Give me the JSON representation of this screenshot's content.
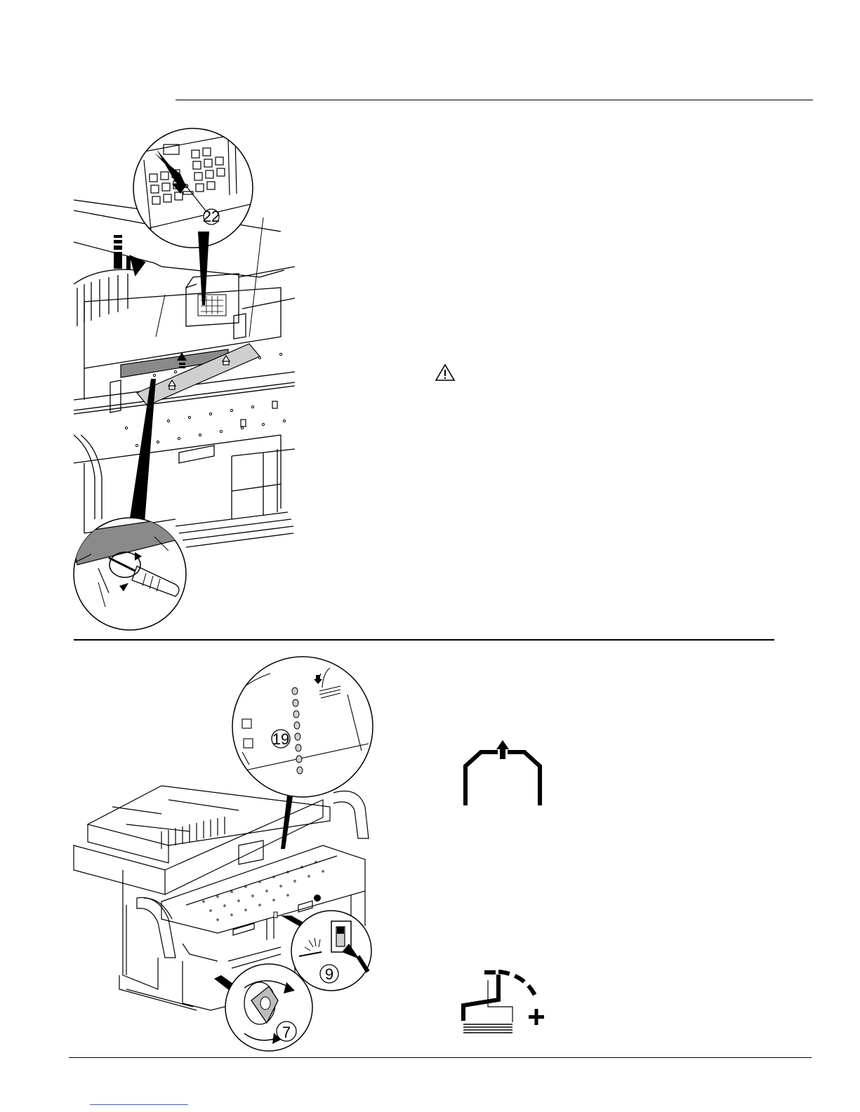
{
  "page": {
    "rules": [
      "top-rule",
      "middle-rule",
      "footer-rule"
    ]
  },
  "figure_top": {
    "callouts": {
      "keyboard_zoom": "22"
    },
    "icons": [
      "warning-icon"
    ]
  },
  "figure_bottom": {
    "callouts": {
      "lamp_panel": "19",
      "switch": "9",
      "handwheel": "7"
    },
    "icons": [
      "clamp-raise-icon",
      "cut-advance-icon"
    ]
  }
}
